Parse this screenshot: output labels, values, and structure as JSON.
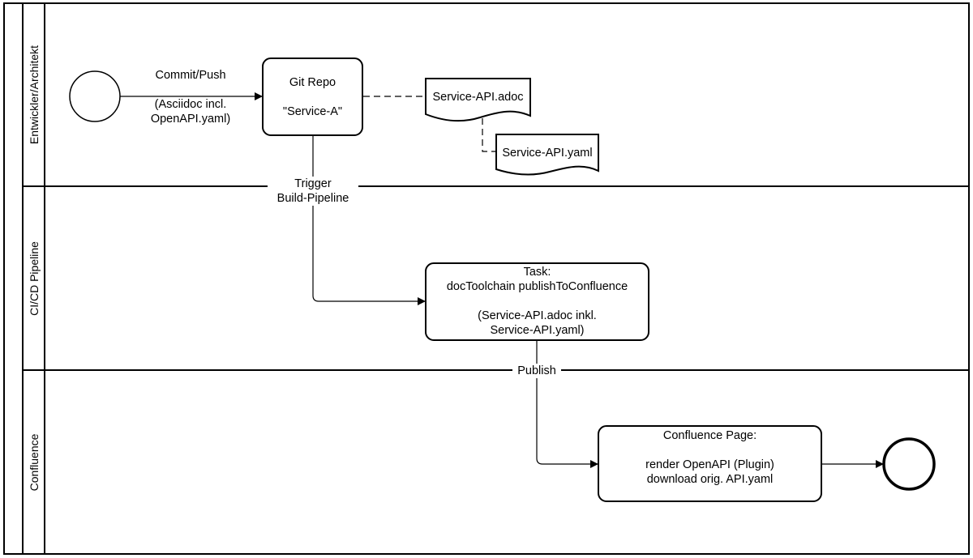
{
  "lanes": [
    {
      "label": "Entwickler/Architekt"
    },
    {
      "label": "CI/CD Pipeline"
    },
    {
      "label": "Confluence"
    }
  ],
  "commit_label": [
    "Commit/Push",
    "",
    "(Asciidoc incl.",
    "OpenAPI.yaml)"
  ],
  "git_repo": [
    "Git Repo",
    "",
    "\"Service-A\""
  ],
  "doc_adoc": "Service-API.adoc",
  "doc_yaml": "Service-API.yaml",
  "trigger_label": [
    "Trigger",
    "Build-Pipeline"
  ],
  "task": [
    "Task:",
    "docToolchain publishToConfluence",
    "",
    "(Service-API.adoc inkl.",
    "Service-API.yaml)"
  ],
  "publish_label": "Publish",
  "confluence_page": [
    "Confluence Page:",
    "",
    "render OpenAPI (Plugin)",
    "download orig. API.yaml"
  ]
}
